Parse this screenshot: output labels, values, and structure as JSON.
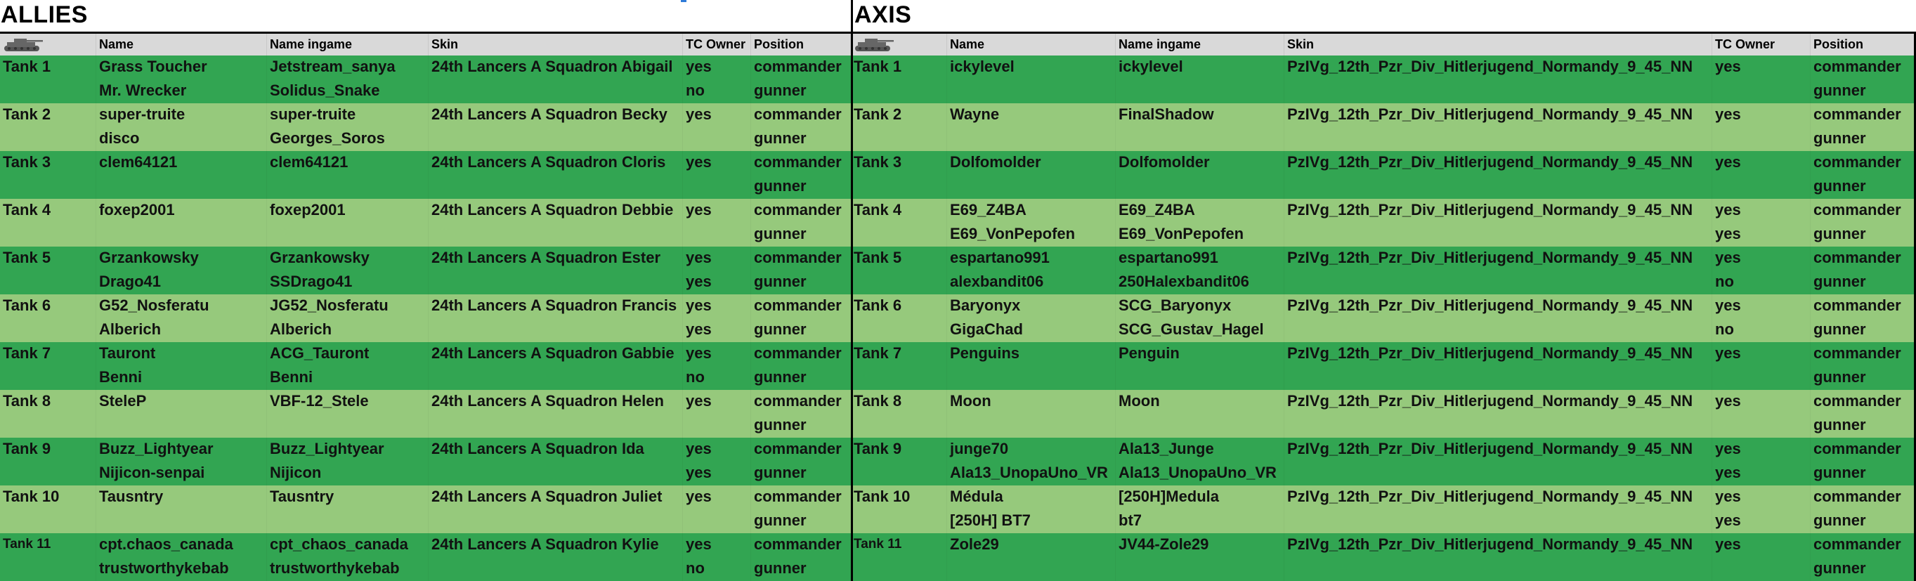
{
  "allies": {
    "title": "ALLIES",
    "headers": [
      "",
      "Name",
      "Name ingame",
      "Skin",
      "TC Owner",
      "Position"
    ],
    "header_icon": "tank-icon",
    "rows": [
      [
        "Tank 1",
        "Grass Toucher",
        "Jetstream_sanya",
        "24th Lancers A Squadron Abigail",
        "yes",
        "commander"
      ],
      [
        "",
        "Mr. Wrecker",
        " Solidus_Snake",
        "",
        "no",
        "gunner"
      ],
      [
        "Tank 2",
        "super-truite",
        "super-truite",
        "24th Lancers A Squadron Becky",
        "yes",
        "commander"
      ],
      [
        "",
        "disco",
        "Georges_Soros",
        "",
        "",
        "gunner"
      ],
      [
        "Tank 3",
        "clem64121",
        "clem64121",
        "24th Lancers A Squadron Cloris",
        "yes",
        "commander"
      ],
      [
        "",
        "",
        "",
        "",
        "",
        "gunner"
      ],
      [
        "Tank 4",
        "foxep2001",
        "foxep2001",
        "24th Lancers A Squadron Debbie",
        "yes",
        "commander"
      ],
      [
        "",
        "",
        "",
        "",
        "",
        "gunner"
      ],
      [
        "Tank 5",
        "Grzankowsky",
        "Grzankowsky",
        "24th Lancers A Squadron Ester",
        "yes",
        "commander"
      ],
      [
        "",
        "Drago41",
        "SSDrago41",
        "",
        "yes",
        "gunner"
      ],
      [
        "Tank 6",
        "G52_Nosferatu",
        "JG52_Nosferatu",
        "24th Lancers A Squadron Francis",
        "yes",
        "commander"
      ],
      [
        "",
        "Alberich",
        "Alberich",
        "",
        "yes",
        "gunner"
      ],
      [
        "Tank 7",
        "Tauront",
        "ACG_Tauront",
        "24th Lancers A Squadron Gabbie",
        "yes",
        "commander"
      ],
      [
        "",
        "Benni",
        "Benni",
        "",
        "no",
        "gunner"
      ],
      [
        "Tank 8",
        "SteleP",
        "VBF-12_Stele",
        "24th Lancers A Squadron Helen",
        "yes",
        "commander"
      ],
      [
        "",
        "",
        "",
        "",
        "",
        "gunner"
      ],
      [
        "Tank 9",
        "Buzz_Lightyear",
        "Buzz_Lightyear",
        "24th Lancers A Squadron Ida",
        "yes",
        "commander"
      ],
      [
        "",
        "Nijicon-senpai",
        "Nijicon",
        "",
        "yes",
        "gunner"
      ],
      [
        "Tank 10",
        "Tausntry",
        "Tausntry",
        "24th Lancers A Squadron Juliet",
        "yes",
        "commander"
      ],
      [
        "",
        "",
        "",
        "",
        "",
        "gunner"
      ],
      [
        "Tank 11",
        "cpt.chaos_canada",
        "cpt_chaos_canada",
        "24th Lancers A Squadron Kylie",
        "yes",
        "commander"
      ],
      [
        "",
        "trustworthykebab",
        "trustworthykebab",
        "",
        "no",
        "gunner"
      ]
    ]
  },
  "axis": {
    "title": "AXIS",
    "headers": [
      "",
      "Name",
      "Name ingame",
      "Skin",
      "TC Owner",
      "Position"
    ],
    "header_icon": "tank-icon",
    "rows": [
      [
        "Tank 1",
        "ickylevel",
        "ickylevel",
        "PzIVg_12th_Pzr_Div_Hitlerjugend_Normandy_9_45_NN",
        "yes",
        "commander"
      ],
      [
        "",
        "",
        "",
        "",
        "",
        "gunner"
      ],
      [
        "Tank 2",
        "Wayne",
        "FinalShadow",
        "PzIVg_12th_Pzr_Div_Hitlerjugend_Normandy_9_45_NN",
        "yes",
        "commander"
      ],
      [
        "",
        "",
        "",
        "",
        "",
        "gunner"
      ],
      [
        "Tank 3",
        "Dolfomolder",
        "Dolfomolder",
        "PzIVg_12th_Pzr_Div_Hitlerjugend_Normandy_9_45_NN",
        "yes",
        "commander"
      ],
      [
        "",
        "",
        "",
        "",
        "",
        "gunner"
      ],
      [
        "Tank 4",
        "E69_Z4BA",
        "E69_Z4BA",
        "PzIVg_12th_Pzr_Div_Hitlerjugend_Normandy_9_45_NN",
        "yes",
        "commander"
      ],
      [
        "",
        "E69_VonPepofen",
        "E69_VonPepofen",
        "",
        "yes",
        "gunner"
      ],
      [
        "Tank 5",
        "espartano991",
        "espartano991",
        "PzIVg_12th_Pzr_Div_Hitlerjugend_Normandy_9_45_NN",
        "yes",
        "commander"
      ],
      [
        "",
        "alexbandit06",
        "250Halexbandit06",
        "",
        "no",
        "gunner"
      ],
      [
        "Tank 6",
        " Baryonyx",
        "SCG_Baryonyx",
        "PzIVg_12th_Pzr_Div_Hitlerjugend_Normandy_9_45_NN",
        "yes",
        "commander"
      ],
      [
        "",
        " GigaChad",
        "SCG_Gustav_Hagel",
        "",
        "no",
        "gunner"
      ],
      [
        "Tank 7",
        "Penguins",
        "Penguin",
        "PzIVg_12th_Pzr_Div_Hitlerjugend_Normandy_9_45_NN",
        "yes",
        "commander"
      ],
      [
        "",
        "",
        "",
        "",
        "",
        "gunner"
      ],
      [
        "Tank 8",
        "Moon",
        "Moon",
        "PzIVg_12th_Pzr_Div_Hitlerjugend_Normandy_9_45_NN",
        "yes",
        "commander"
      ],
      [
        "",
        "",
        "",
        "",
        "",
        "gunner"
      ],
      [
        "Tank 9",
        "junge70",
        "Ala13_Junge",
        "PzIVg_12th_Pzr_Div_Hitlerjugend_Normandy_9_45_NN",
        "yes",
        "commander"
      ],
      [
        "",
        "Ala13_UnopaUno_VR",
        "Ala13_UnopaUno_VR",
        "",
        "yes",
        "gunner"
      ],
      [
        "Tank 10",
        "Médula",
        "[250H]Medula",
        "PzIVg_12th_Pzr_Div_Hitlerjugend_Normandy_9_45_NN",
        "yes",
        "commander"
      ],
      [
        "",
        " [250H] BT7",
        "bt7",
        "",
        "yes",
        "gunner"
      ],
      [
        "Tank 11",
        "Zole29",
        "JV44-Zole29",
        "PzIVg_12th_Pzr_Div_Hitlerjugend_Normandy_9_45_NN",
        "yes",
        "commander"
      ],
      [
        "",
        "",
        "",
        "",
        "",
        "gunner"
      ]
    ]
  },
  "colors": {
    "dark_row": "#32a552",
    "light_row": "#96c97c",
    "header": "#d9d9d9",
    "accent_marker": "#2f7bd8"
  }
}
